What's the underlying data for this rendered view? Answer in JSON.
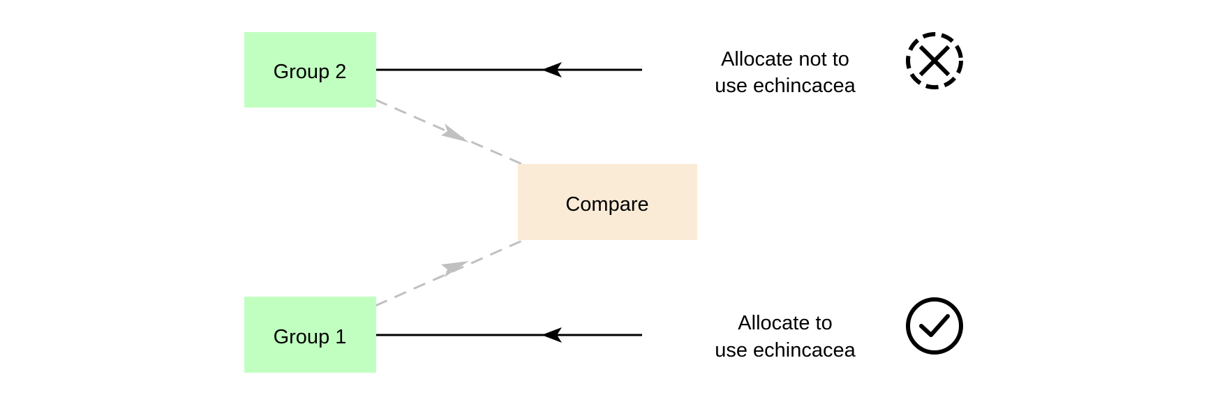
{
  "nodes": {
    "group2": {
      "label": "Group 2",
      "color": "#c1ffc1"
    },
    "group1": {
      "label": "Group 1",
      "color": "#c1ffc1"
    },
    "compare": {
      "label": "Compare",
      "color": "#faebd7"
    }
  },
  "allocations": {
    "not_use": {
      "line1": "Allocate not to",
      "line2": "use echincacea",
      "icon": "dashed-circle-x-icon"
    },
    "use": {
      "line1": "Allocate to",
      "line2": "use echincacea",
      "icon": "circle-check-icon"
    }
  },
  "colors": {
    "solid_arrow": "#000000",
    "dashed_arrow": "#c0c0c0"
  }
}
